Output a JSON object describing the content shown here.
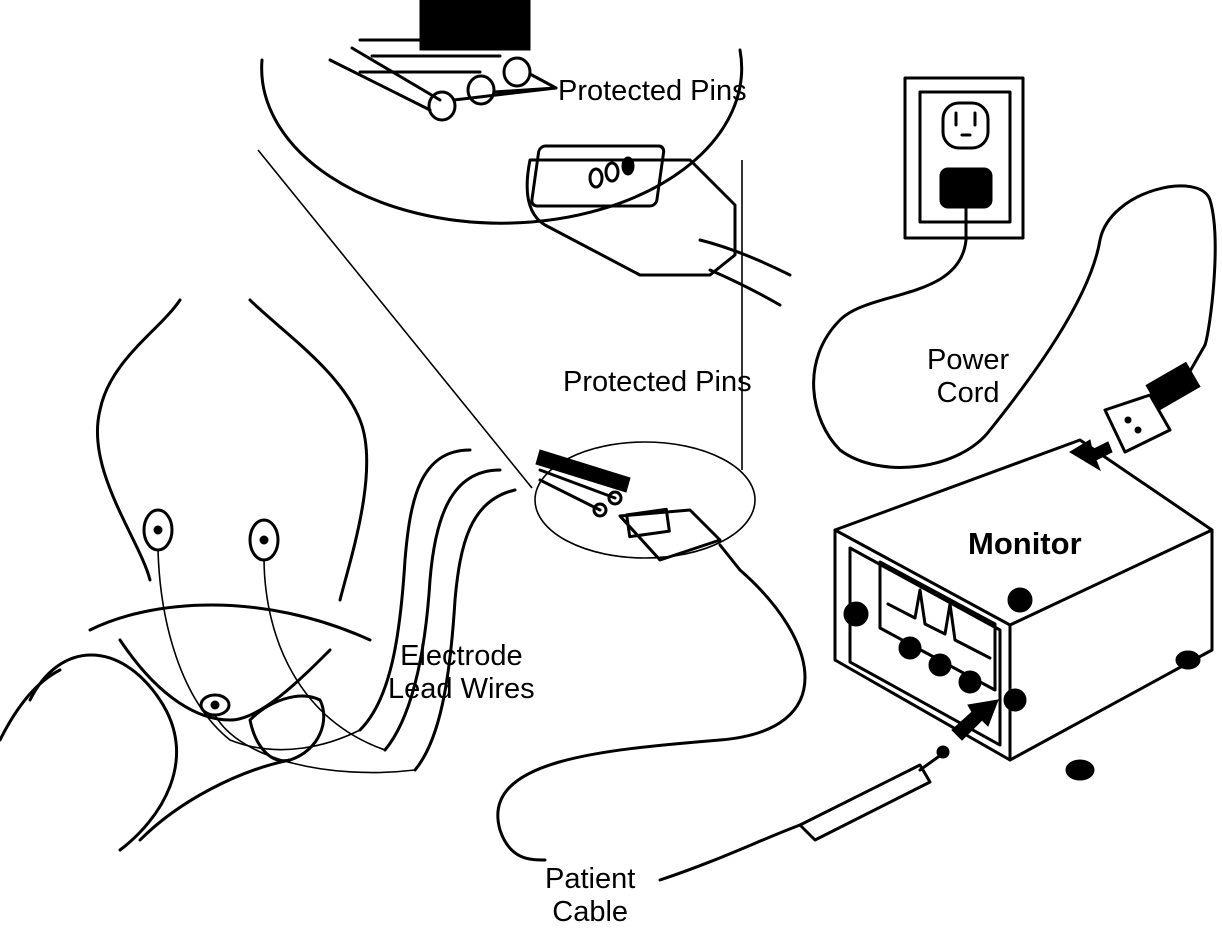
{
  "labels": {
    "protected_pins_zoom": "Protected Pins",
    "protected_pins": "Protected Pins",
    "power_cord": [
      "Power",
      "Cord"
    ],
    "monitor": "Monitor",
    "electrode_lead_wires": [
      "Electrode",
      "Lead Wires"
    ],
    "patient_cable": [
      "Patient",
      "Cable"
    ]
  }
}
